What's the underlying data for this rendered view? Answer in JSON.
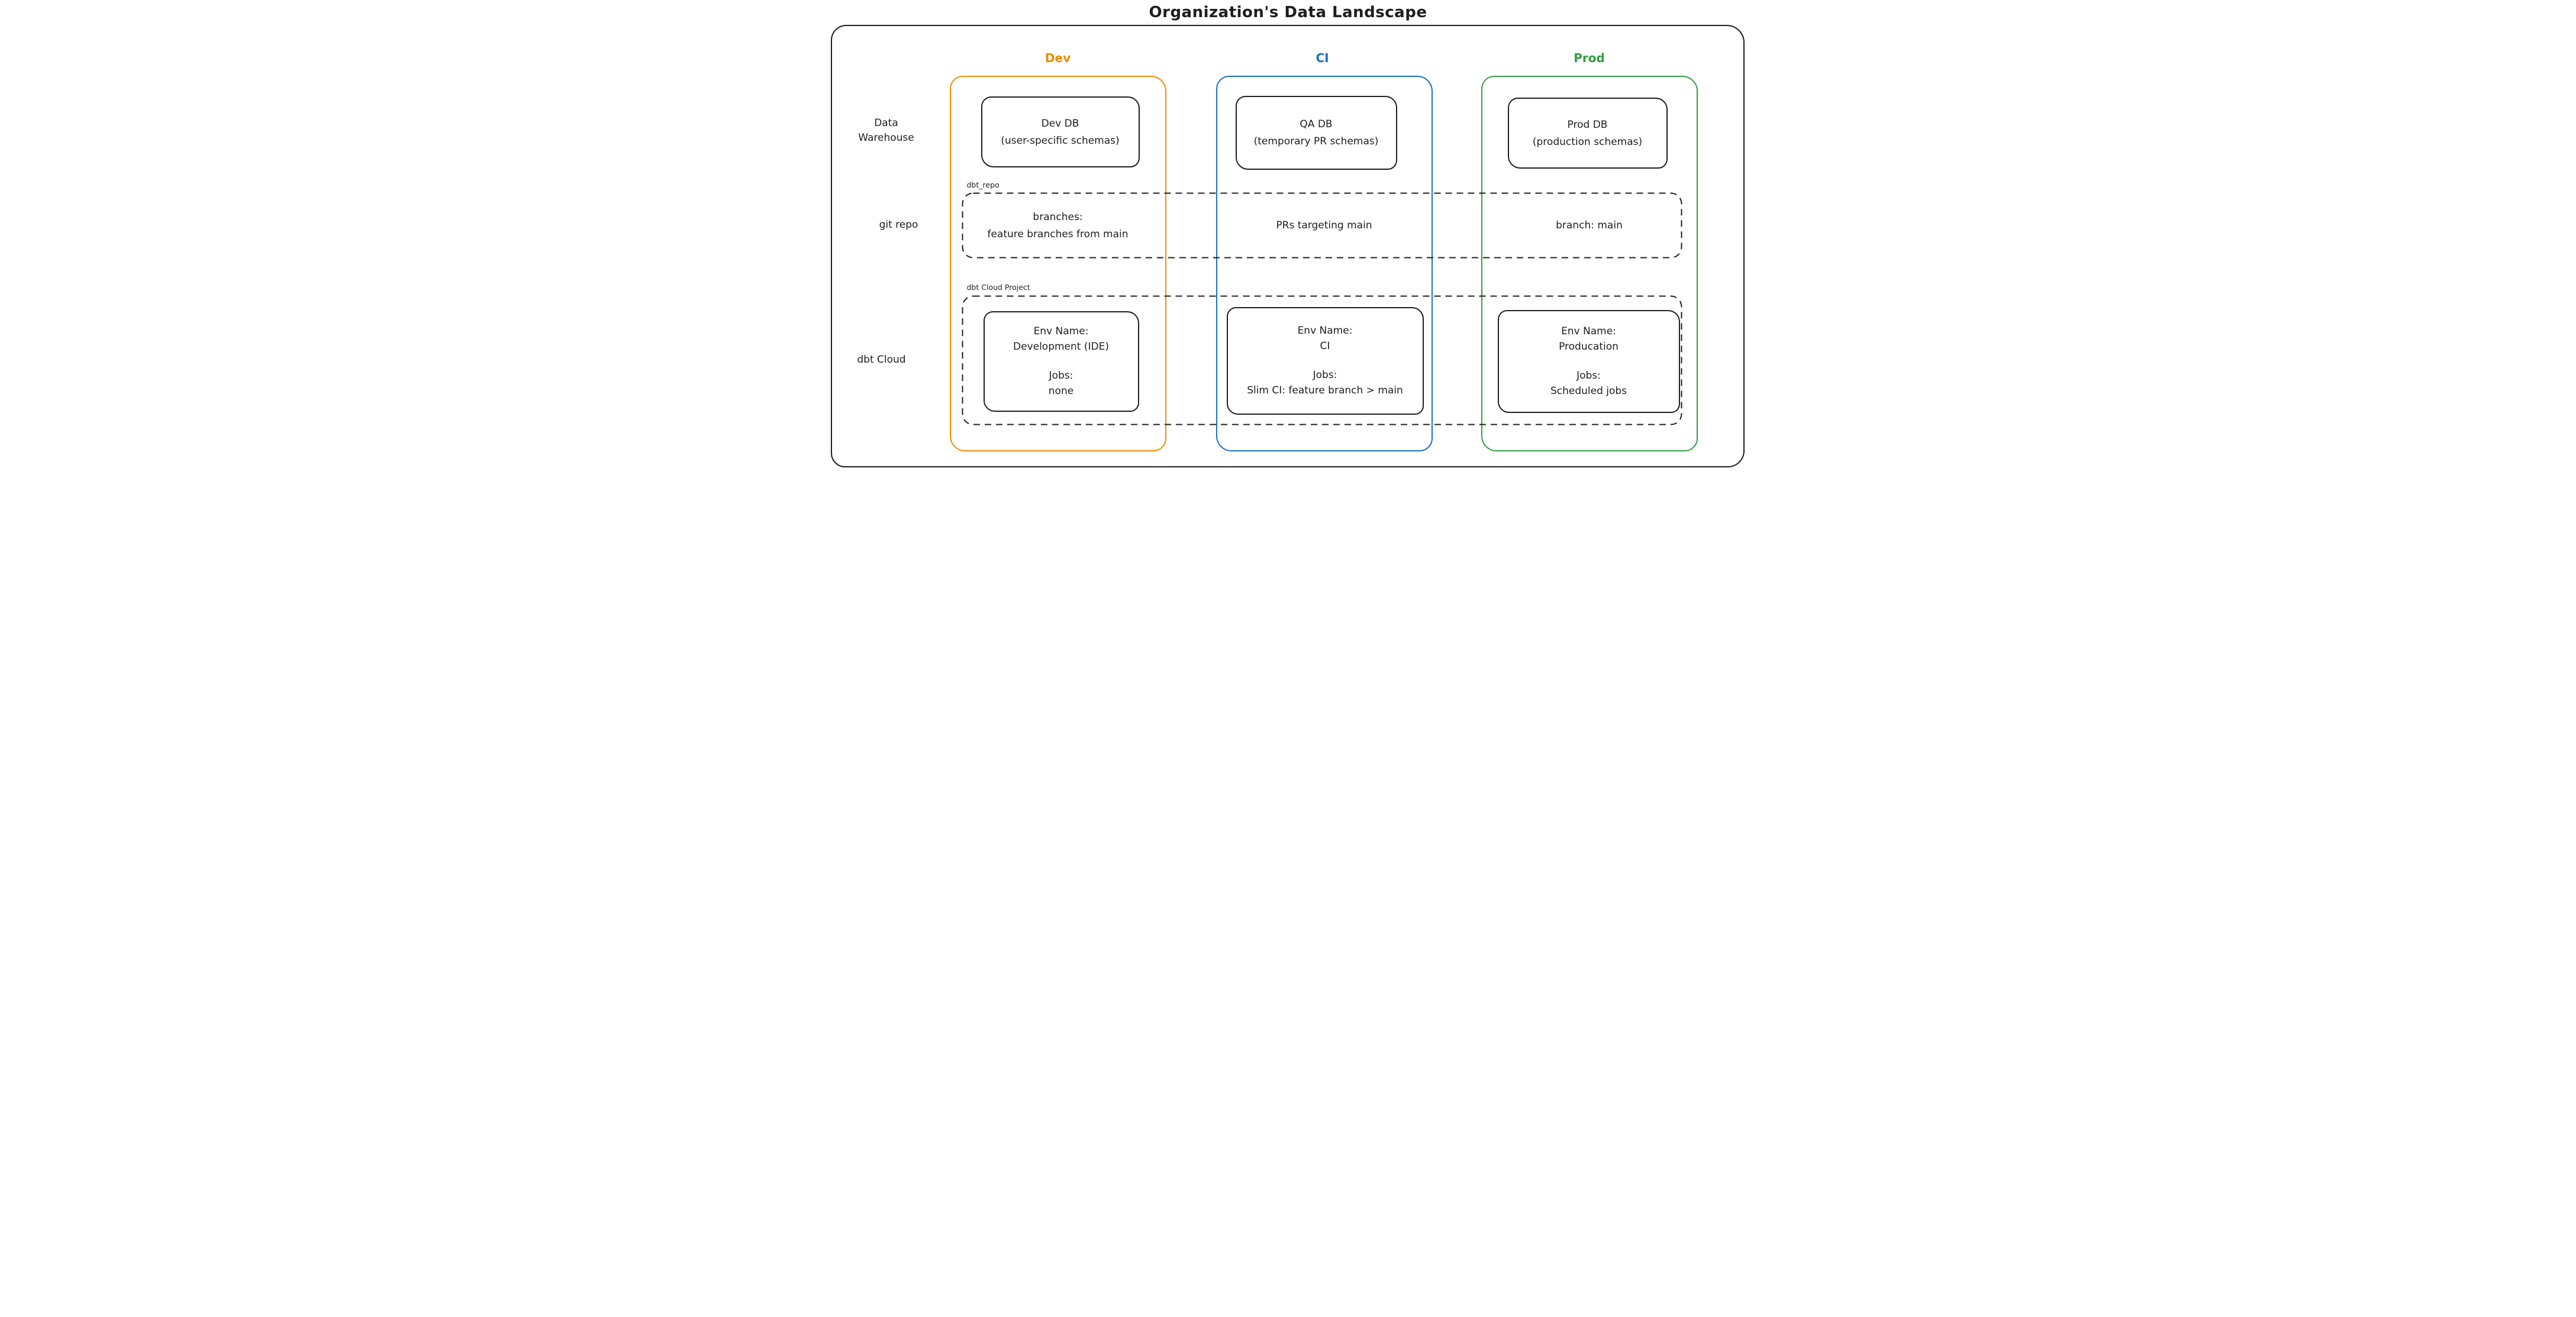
{
  "title": "Organization's Data Landscape",
  "colors": {
    "ink": "#1e1e1e",
    "dev_accent": "#f08c00",
    "ci_accent": "#1971c2",
    "prod_accent": "#2f9e44",
    "background": "#ffffff"
  },
  "row_labels": {
    "warehouse_line1": "Data",
    "warehouse_line2": "Warehouse",
    "git_repo": "git repo",
    "dbt_cloud": "dbt Cloud"
  },
  "group_labels": {
    "git_box": "dbt_repo",
    "dbt_box": "dbt Cloud Project"
  },
  "columns": {
    "dev": {
      "header": "Dev",
      "db_name": "Dev DB",
      "db_detail": "(user-specific schemas)",
      "git_line1": "branches:",
      "git_line2": "feature branches from main",
      "env_label": "Env Name:",
      "env_name": "Development (IDE)",
      "jobs_label": "Jobs:",
      "jobs_value": "none"
    },
    "ci": {
      "header": "CI",
      "db_name": "QA DB",
      "db_detail": "(temporary PR schemas)",
      "git_text": "PRs targeting main",
      "env_label": "Env Name:",
      "env_name": "CI",
      "jobs_label": "Jobs:",
      "jobs_value": "Slim CI: feature branch > main"
    },
    "prod": {
      "header": "Prod",
      "db_name": "Prod DB",
      "db_detail": "(production schemas)",
      "git_text": "branch: main",
      "env_label": "Env Name:",
      "env_name": "Producation",
      "jobs_label": "Jobs:",
      "jobs_value": "Scheduled jobs"
    }
  }
}
